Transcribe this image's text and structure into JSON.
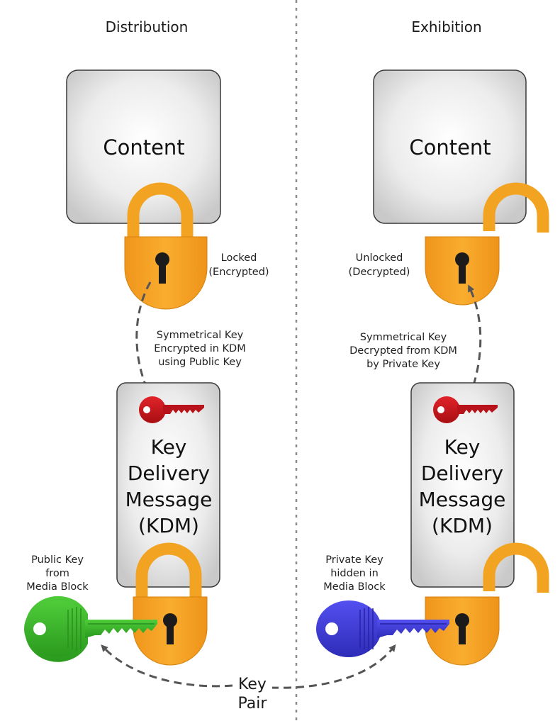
{
  "columns": {
    "left_title": "Distribution",
    "right_title": "Exhibition"
  },
  "content_box": {
    "left_label": "Content",
    "right_label": "Content"
  },
  "lock_status": {
    "left": [
      "Locked",
      "(Encrypted)"
    ],
    "right": [
      "Unlocked",
      "(Decrypted)"
    ]
  },
  "symmetric_key_note": {
    "left": [
      "Symmetrical Key",
      "Encrypted in KDM",
      "using Public Key"
    ],
    "right": [
      "Symmetrical Key",
      "Decrypted from KDM",
      "by Private Key"
    ]
  },
  "kdm_box": {
    "left": [
      "Key",
      "Delivery",
      "Message",
      "(KDM)"
    ],
    "right": [
      "Key",
      "Delivery",
      "Message",
      "(KDM)"
    ]
  },
  "media_key_note": {
    "left": [
      "Public Key",
      "from",
      "Media Block"
    ],
    "right": [
      "Private Key",
      "hidden in",
      "Media Block"
    ]
  },
  "key_pair_label": [
    "Key",
    "Pair"
  ],
  "colors": {
    "lock_body": "#f7a325",
    "lock_shackle": "#f3a826",
    "box_fill_light": "#ffffff",
    "box_fill_dark": "#cfcfcf",
    "symmetric_key": "#c8141a",
    "public_key": "#3bb02c",
    "private_key": "#3b3ad6",
    "arrow": "#555555"
  }
}
